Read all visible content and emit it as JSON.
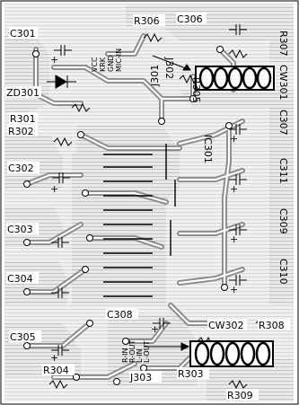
{
  "components": {
    "c301": "C301",
    "c302": "C302",
    "c303": "C303",
    "c304": "C304",
    "c305": "C305",
    "c306": "C306",
    "c307": "C307",
    "c308": "C308",
    "c309": "C309",
    "c310": "C310",
    "c311": "C311",
    "ic301": "IC301",
    "r301": "R301",
    "r302": "R302",
    "r303": "R303",
    "r304": "R304",
    "r305": "R305",
    "r306": "R306",
    "r307": "R307",
    "r308": "R308",
    "r309": "R309",
    "zd301": "ZD301",
    "cw301": "CW301",
    "cw302": "CW302",
    "j301": "J301",
    "j302": "J302",
    "j303": "J303"
  },
  "pins_top": [
    "VCC",
    "KRK",
    "GND",
    "MIC-IN"
  ],
  "pins_bottom": [
    "R-IN",
    "R-OUT",
    "L-IN",
    "L-OUT"
  ],
  "plus_mark": "+"
}
